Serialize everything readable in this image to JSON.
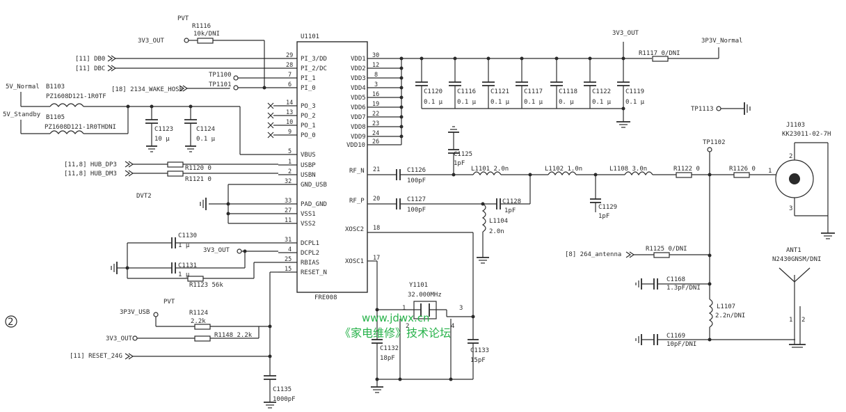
{
  "ic": {
    "ref": "U1101",
    "part": "FRE008",
    "left_pins": [
      {
        "num": "29",
        "name": "PI_3/DD"
      },
      {
        "num": "28",
        "name": "PI_2/DC"
      },
      {
        "num": "7",
        "name": "PI_1"
      },
      {
        "num": "6",
        "name": "PI_0"
      },
      {
        "num": "14",
        "name": "PO_3"
      },
      {
        "num": "13",
        "name": "PO_2"
      },
      {
        "num": "10",
        "name": "PO_1"
      },
      {
        "num": "9",
        "name": "PO_0"
      },
      {
        "num": "5",
        "name": "VBUS"
      },
      {
        "num": "1",
        "name": "USBP"
      },
      {
        "num": "2",
        "name": "USBN"
      },
      {
        "num": "32",
        "name": "GND_USB"
      },
      {
        "num": "33",
        "name": "PAD_GND"
      },
      {
        "num": "27",
        "name": "VSS1"
      },
      {
        "num": "11",
        "name": "VSS2"
      },
      {
        "num": "31",
        "name": "DCPL1"
      },
      {
        "num": "4",
        "name": "DCPL2"
      },
      {
        "num": "25",
        "name": "RBIAS"
      },
      {
        "num": "15",
        "name": "RESET_N"
      }
    ],
    "right_pins": [
      {
        "num": "30",
        "name": "VDD1"
      },
      {
        "num": "12",
        "name": "VDD2"
      },
      {
        "num": "8",
        "name": "VDD3"
      },
      {
        "num": "3",
        "name": "VDD4"
      },
      {
        "num": "16",
        "name": "VDD5"
      },
      {
        "num": "19",
        "name": "VDD6"
      },
      {
        "num": "22",
        "name": "VDD7"
      },
      {
        "num": "23",
        "name": "VDD8"
      },
      {
        "num": "24",
        "name": "VDD9"
      },
      {
        "num": "26",
        "name": "VDD10"
      },
      {
        "num": "21",
        "name": "RF_N"
      },
      {
        "num": "20",
        "name": "RF_P"
      },
      {
        "num": "18",
        "name": "XOSC2"
      },
      {
        "num": "17",
        "name": "XOSC1"
      }
    ]
  },
  "caps": [
    {
      "ref": "C1120",
      "val": "0.1 μ"
    },
    {
      "ref": "C1116",
      "val": "0.1 μ"
    },
    {
      "ref": "C1121",
      "val": "0.1 μ"
    },
    {
      "ref": "C1117",
      "val": "0.1 μ"
    },
    {
      "ref": "C1118",
      "val": "0. μ"
    },
    {
      "ref": "C1122",
      "val": "0.1 μ"
    },
    {
      "ref": "C1119",
      "val": "0.1 μ"
    }
  ],
  "nets": {
    "v3v3_out_top": "3V3_OUT",
    "p3v_normal": "3P3V_Normal",
    "v3v3_out_left": "3V3_OUT",
    "db0": "[11] DB0",
    "dbc": "[11] DBC",
    "wake": "[18] 2134_WAKE_HOSE",
    "v5_normal": "5V_Normal",
    "v5_standby": "5V_Standby",
    "hub_dp3": "[11,8] HUB_DP3",
    "hub_dm3": "[11,8] HUB_DM3",
    "v3v3_out_dcpl": "3V3_OUT",
    "p3v_usb": "3P3V_USB",
    "v3v3_out_reset": "3V3_OUT",
    "reset_24g": "[11] RESET_24G",
    "antenna_264": "[8] 264_antenna"
  },
  "parts": {
    "r1117": "R1117 0/DNI",
    "tp1113": "TP1113",
    "c1126": "C1126",
    "c1126_val": "100pF",
    "c1125": "C1125",
    "c1125_val": "1pF",
    "l1101": "L1101 2.0n",
    "l1102": "L1102 1.0n",
    "l1108": "L1108 3.0n",
    "r1122": "R1122 0",
    "r1126": "R1126 0",
    "c1129": "C1129",
    "c1129_val": "1pF",
    "c1127": "C1127",
    "c1127_val": "100pF",
    "c1128": "C1128",
    "c1128_val": "1pF",
    "l1104": "L1104",
    "l1104_val": "2.0n",
    "tp1102": "TP1102",
    "r1125": "R1125 0/DNI",
    "c1168": "C1168",
    "c1168_val": "1.3pF/DNI",
    "l1107": "L1107",
    "l1107_val": "2.2n/DNI",
    "c1169": "C1169",
    "c1169_val": "10pF/DNI",
    "j1103": "J1103",
    "j1103_part": "KK23011-02-7H",
    "j_pin1": "1",
    "j_pin2": "2",
    "j_pin3": "3",
    "ant1": "ANT1",
    "ant1_part": "N2430GNSM/DNI",
    "ant_pin1": "1",
    "ant_pin2": "2",
    "r1116": "R1116",
    "r1116_val": "10k/DNI",
    "tp1100": "TP1100",
    "tp1101": "TP1101",
    "b1103": "B1103",
    "b1103_part": "PZ1608D121-1R0TF",
    "b1105": "B1105",
    "b1105_part": "PZ1608D121-1R0THDNI",
    "c1123": "C1123",
    "c1123_val": "10 μ",
    "c1124": "C1124",
    "c1124_val": "0.1 μ",
    "r1120": "R1120 0",
    "r1121": "R1121 0",
    "c1130": "C1130",
    "c1130_val": "1 μ",
    "c1131": "C1131",
    "c1131_val": "1 μ",
    "r1123": "R1123 56k",
    "r1124": "R1124",
    "r1124_val": "2.2k",
    "r1148": "R1148 2.2k",
    "c1135": "C1135",
    "c1135_val": "1000pF",
    "y1101": "Y1101",
    "y1101_val": "32.000MHz",
    "y_pin1": "1",
    "y_pin2": "2",
    "y_pin3": "3",
    "y_pin4": "4",
    "c1132": "C1132",
    "c1132_val": "18pF",
    "c1133": "C1133",
    "c1133_val": "15pF"
  },
  "labels": {
    "pvt_top": "PVT",
    "dvt2": "DVT2",
    "pvt_bottom": "PVT",
    "page_marker": "2"
  },
  "watermark": {
    "url": "www.jdwx.cn",
    "text": "《家电维修》技术论坛",
    "color": "#27b24a"
  }
}
